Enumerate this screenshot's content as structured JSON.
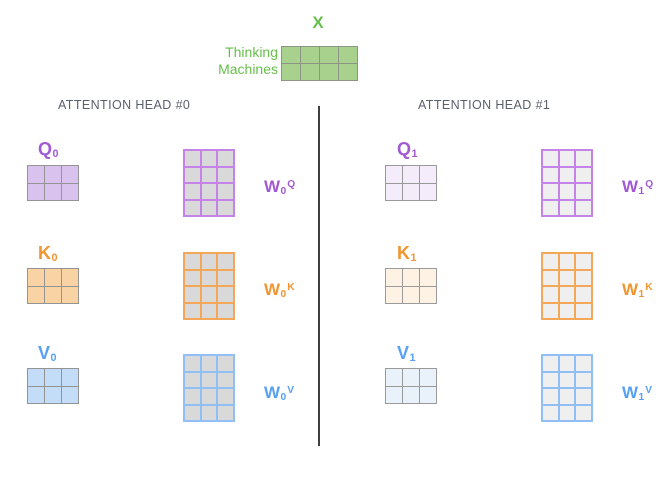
{
  "colors": {
    "green": "#67bf4b",
    "purple": "#a259d4",
    "orange": "#f0952f",
    "blue": "#57a0f2",
    "title_gray": "#5a616c",
    "divider": "#3f3f3f"
  },
  "input": {
    "label": "X",
    "caption": [
      "Thinking",
      "Machines"
    ],
    "grid": {
      "rows": 2,
      "cols": 4,
      "fill": "#a9d18e",
      "border": "#8e9584"
    }
  },
  "heads": [
    {
      "title": "ATTENTION HEAD #0",
      "rows": [
        {
          "label": "Q",
          "sub": "0",
          "color": "#a259d4",
          "matrix": {
            "rows": 2,
            "cols": 3,
            "fill": "#d9c3ee",
            "border": "#949494"
          },
          "w_label": "W",
          "w_sub": "0",
          "w_sup": "Q",
          "w_matrix": {
            "rows": 4,
            "cols": 3,
            "fill": "#d9d9d9",
            "border": "#c583ea"
          }
        },
        {
          "label": "K",
          "sub": "0",
          "color": "#f0952f",
          "matrix": {
            "rows": 2,
            "cols": 3,
            "fill": "#fad3a4",
            "border": "#949494"
          },
          "w_label": "W",
          "w_sub": "0",
          "w_sup": "K",
          "w_matrix": {
            "rows": 4,
            "cols": 3,
            "fill": "#d9d9d9",
            "border": "#f4a759"
          }
        },
        {
          "label": "V",
          "sub": "0",
          "color": "#57a0f2",
          "matrix": {
            "rows": 2,
            "cols": 3,
            "fill": "#c3dcf8",
            "border": "#949494"
          },
          "w_label": "W",
          "w_sub": "0",
          "w_sup": "V",
          "w_matrix": {
            "rows": 4,
            "cols": 3,
            "fill": "#d9d9d9",
            "border": "#90bff5"
          }
        }
      ]
    },
    {
      "title": "ATTENTION HEAD #1",
      "rows": [
        {
          "label": "Q",
          "sub": "1",
          "color": "#a259d4",
          "matrix": {
            "rows": 2,
            "cols": 3,
            "fill": "#f4ecfa",
            "border": "#9a9a9a"
          },
          "w_label": "W",
          "w_sub": "1",
          "w_sup": "Q",
          "w_matrix": {
            "rows": 4,
            "cols": 3,
            "fill": "#efefef",
            "border": "#c583ea"
          }
        },
        {
          "label": "K",
          "sub": "1",
          "color": "#f0952f",
          "matrix": {
            "rows": 2,
            "cols": 3,
            "fill": "#fdf2e3",
            "border": "#9a9a9a"
          },
          "w_label": "W",
          "w_sub": "1",
          "w_sup": "K",
          "w_matrix": {
            "rows": 4,
            "cols": 3,
            "fill": "#efefef",
            "border": "#f4a759"
          }
        },
        {
          "label": "V",
          "sub": "1",
          "color": "#57a0f2",
          "matrix": {
            "rows": 2,
            "cols": 3,
            "fill": "#e9f2fb",
            "border": "#9a9a9a"
          },
          "w_label": "W",
          "w_sub": "1",
          "w_sup": "V",
          "w_matrix": {
            "rows": 4,
            "cols": 3,
            "fill": "#efefef",
            "border": "#90bff5"
          }
        }
      ]
    }
  ]
}
